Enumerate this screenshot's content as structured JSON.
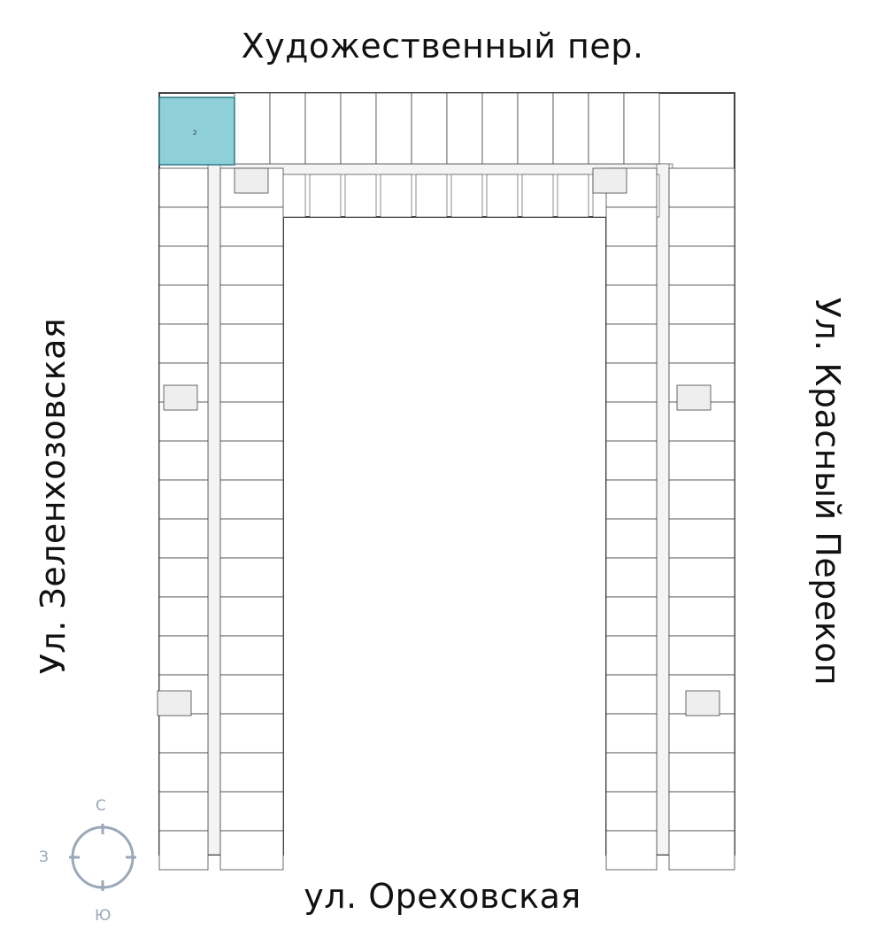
{
  "streets": {
    "north": "Художественный пер.",
    "south": "ул. Ореховская",
    "west": "Ул. Зеленхозовская",
    "east": "Ул. Красный Перекоп"
  },
  "compass": {
    "north": "С",
    "west": "З",
    "south": "Ю"
  },
  "colors": {
    "highlight": "#8fd0d8",
    "walls": "#333333",
    "compass": "#9aa8b8"
  },
  "highlighted_unit": {
    "rooms": "2"
  }
}
